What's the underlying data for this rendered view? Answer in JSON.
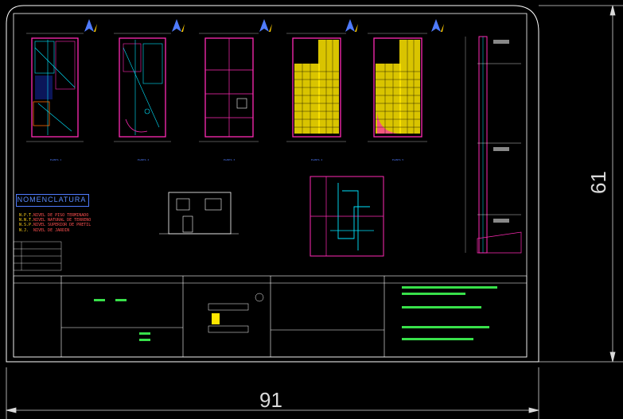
{
  "drawing": {
    "width_dimension": "91",
    "height_dimension": "61"
  },
  "nomenclature": {
    "title": "NOMENCLATURA",
    "items": [
      {
        "code": "N.P.T.",
        "text": "NIVEL DE PISO TERMINADO"
      },
      {
        "code": "N.N.T.",
        "text": "NIVEL NATURAL DE TERRENO"
      },
      {
        "code": "N.S.P.",
        "text": "NIVEL SUPERIOR DE PRETIL"
      },
      {
        "code": "N.J.",
        "text": "NIVEL DE JARDIN"
      }
    ]
  },
  "colors": {
    "background": "#000000",
    "frame": "#ffffff",
    "walls": "#ff2ab4",
    "tiles": "#ffe600",
    "plumbing": "#00e5ff",
    "text_green": "#38e04a",
    "dimension": "#d9d9d9",
    "title_blue": "#4f7bff"
  }
}
